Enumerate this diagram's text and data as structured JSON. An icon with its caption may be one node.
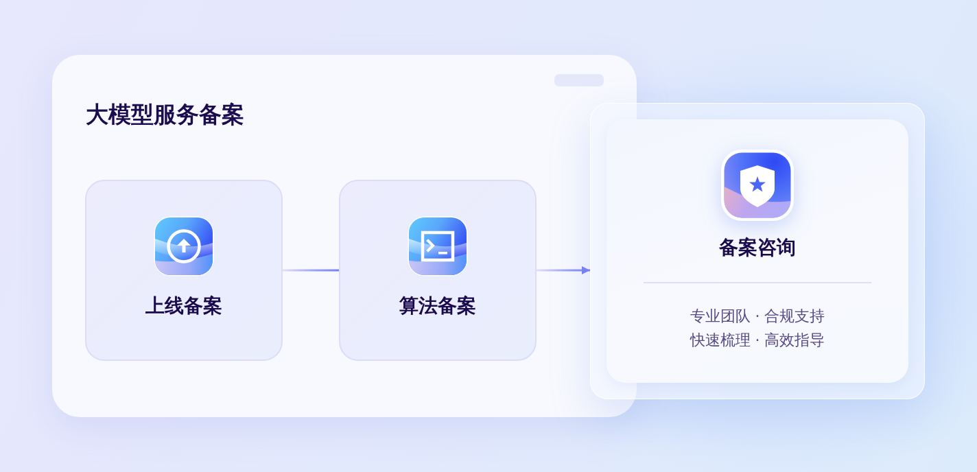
{
  "diagram": {
    "nodes": [
      {
        "text": [
          "大模型服务备案"
        ]
      },
      {
        "text": [
          "上线备案"
        ],
        "in": 0
      },
      {
        "text": [
          "算法备案"
        ],
        "in": 0
      },
      {
        "text": [
          "备案咨询",
          "专业团队 · 合规支持",
          "快速梳理 · 高效指导"
        ]
      }
    ],
    "edges": [
      {
        "from": 1,
        "to": 2,
        "arrow": "none"
      },
      {
        "from": 2,
        "to": 3,
        "arrow": "to"
      }
    ]
  }
}
